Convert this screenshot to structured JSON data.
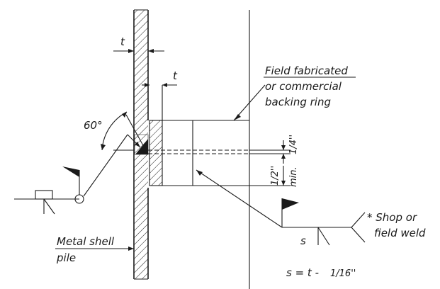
{
  "labels": {
    "field_ring_line1": "Field fabricated",
    "field_ring_line2": "or commercial",
    "field_ring_line3": "backing ring",
    "metal_shell_line1": "Metal shell",
    "metal_shell_line2": "pile",
    "shop_weld_line1": "* Shop or",
    "shop_weld_line2": "field weld",
    "thickness_top": "t",
    "thickness_ring": "t",
    "angle": "60°",
    "gap_quarter": "1/4''",
    "gap_half": "1/2''",
    "gap_min": "min.",
    "weld_size": "s",
    "formula_lhs": "s = t -",
    "formula_frac": "1/16''"
  },
  "colors": {
    "ink": "#1a1a1a",
    "paper": "#ffffff"
  }
}
